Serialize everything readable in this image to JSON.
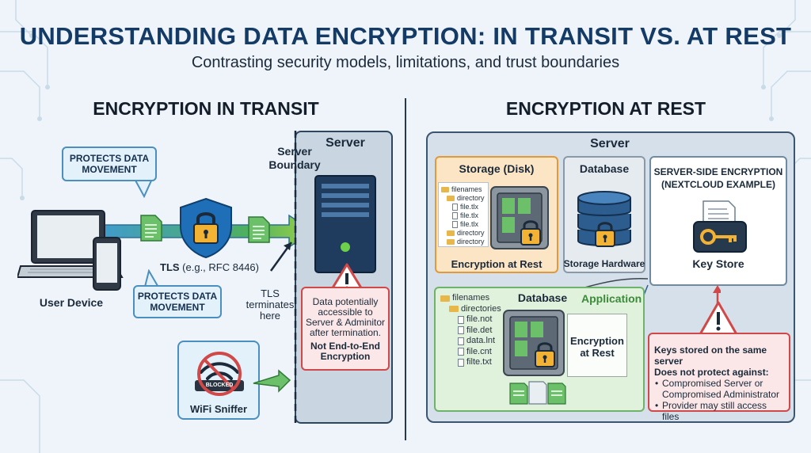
{
  "title": "UNDERSTANDING DATA ENCRYPTION: IN TRANSIT VS. AT REST",
  "subtitle": "Contrasting security models, limitations, and trust boundaries",
  "transit": {
    "heading": "ENCRYPTION IN TRANSIT",
    "bubble_top": "PROTECTS DATA MOVEMENT",
    "bubble_bottom": "PROTECTS DATA MOVEMENT",
    "tls_prefix": "TLS",
    "tls_suffix": " (e.g., RFC 8446)",
    "user_device": "User Device",
    "server_boundary": "Server Boundary",
    "server_title": "Server",
    "tls_terminates": "TLS terminates here",
    "warning_text": "Data potentially accessible to Server & Adminitor after termination.",
    "warning_bold": "Not End-to-End Encryption",
    "sniffer_badge": "BLOCKED",
    "sniffer_label": "WiFi Sniffer"
  },
  "rest": {
    "heading": "ENCRYPTION AT REST",
    "server_title": "Server",
    "storage_title": "Storage (Disk)",
    "storage_caption": "Encryption at Rest",
    "storage_tree": [
      {
        "kind": "folder",
        "label": "filenames",
        "indent": 0
      },
      {
        "kind": "folder",
        "label": "directory",
        "indent": 1
      },
      {
        "kind": "file",
        "label": "file.tlx",
        "indent": 2
      },
      {
        "kind": "file",
        "label": "file.tlx",
        "indent": 2
      },
      {
        "kind": "file",
        "label": "file.tlx",
        "indent": 2
      },
      {
        "kind": "folder",
        "label": "directory",
        "indent": 1
      },
      {
        "kind": "folder",
        "label": "directory",
        "indent": 1
      }
    ],
    "db_title": "Database",
    "db_caption": "Storage Hardware",
    "sse_title": "SERVER-SIDE ENCRYPTION (NEXTCLOUD EXAMPLE)",
    "key_store": "Key Store",
    "app_db_title": "Database",
    "app_title": "Application",
    "app_tree": [
      {
        "kind": "folder",
        "label": "filenames",
        "indent": 0
      },
      {
        "kind": "folder",
        "label": "directories",
        "indent": 1
      },
      {
        "kind": "file",
        "label": "file.not",
        "indent": 2
      },
      {
        "kind": "file",
        "label": "file.det",
        "indent": 2
      },
      {
        "kind": "file",
        "label": "data.lnt",
        "indent": 2
      },
      {
        "kind": "file",
        "label": "file.cnt",
        "indent": 2
      },
      {
        "kind": "file",
        "label": "filte.txt",
        "indent": 2
      }
    ],
    "app_note": "Encryption at Rest",
    "keys_warning_title": "Keys stored on the same server",
    "keys_warning_sub": "Does not protect against:",
    "keys_warning_items": [
      "Compromised Server or Compromised Administrator",
      "Provider may still access files"
    ]
  },
  "colors": {
    "title_blue": "#143a66",
    "tls_arrow": "#3f9bd1",
    "lock_shield": "#1e6fb8",
    "warning_red": "#d04848",
    "storage_orange": "#e3983a",
    "application_green": "#6fb26a",
    "key_gold": "#f2b233"
  }
}
